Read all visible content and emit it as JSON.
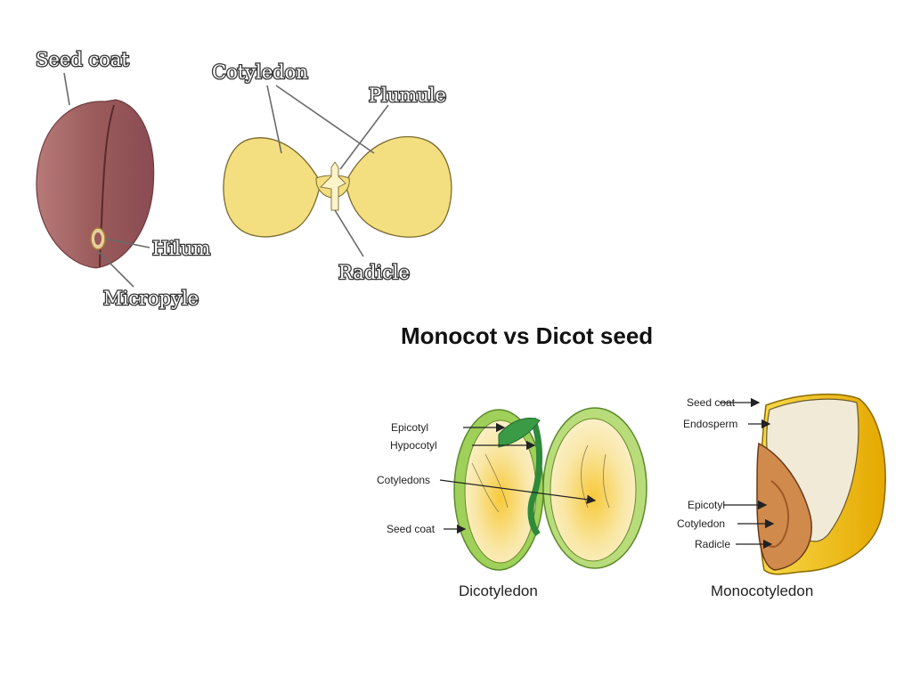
{
  "top_left": {
    "labels": {
      "seed_coat": "Seed coat",
      "hilum": "Hilum",
      "micropyle": "Micropyle",
      "cotyledon": "Cotyledon",
      "plumule": "Plumule",
      "radicle": "Radicle"
    }
  },
  "comparison": {
    "title": "Monocot vs Dicot seed",
    "dicot": {
      "caption": "Dicotyledon",
      "labels": {
        "epicotyl": "Epicotyl",
        "hypocotyl": "Hypocotyl",
        "cotyledons": "Cotyledons",
        "seed_coat": "Seed coat"
      }
    },
    "monocot": {
      "caption": "Monocotyledon",
      "labels": {
        "seed_coat": "Seed coat",
        "endosperm": "Endosperm",
        "epicotyl": "Epicotyl",
        "cotyledon": "Cotyledon",
        "radicle": "Radicle"
      }
    }
  },
  "colors": {
    "seed_coat_brown": "#9a5a5a",
    "cotyledon_yellow": "#f3df80",
    "dicot_green": "#7dbb3f",
    "monocot_yellow": "#f2c200",
    "endosperm_cream": "#f1ead6",
    "embryo_orange": "#d08a4c"
  }
}
